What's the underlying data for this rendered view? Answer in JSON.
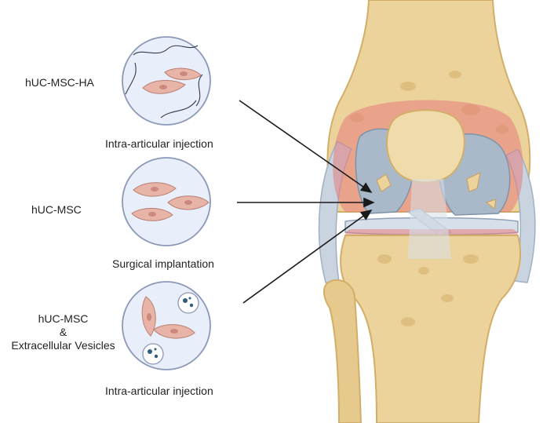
{
  "therapies": [
    {
      "label_lines": [
        "hUC-MSC-HA"
      ],
      "caption": "Intra-articular injection",
      "icon": "cells-with-hyaluronic-acid-fibers"
    },
    {
      "label_lines": [
        "hUC-MSC"
      ],
      "caption": "Surgical implantation",
      "icon": "mesenchymal-stem-cells"
    },
    {
      "label_lines": [
        "hUC-MSC",
        "&",
        "Extracellular Vesicles"
      ],
      "caption": "Intra-articular injection",
      "icon": "cells-with-extracellular-vesicles"
    }
  ],
  "illustration": {
    "subject": "knee-joint-with-damaged-cartilage"
  },
  "colors": {
    "circle_fill": "#e9effa",
    "circle_stroke": "#8b98b8",
    "cell_fill": "#e8b4a8",
    "cell_nucleus": "#c98a7c",
    "vesicle_dot": "#2f5d7c",
    "bone": "#ecd39b",
    "bone_dark": "#d8b46e",
    "cartilage": "#a9b9c9",
    "inflammation": "#e57c7c",
    "arrow": "#1a1a1a"
  }
}
